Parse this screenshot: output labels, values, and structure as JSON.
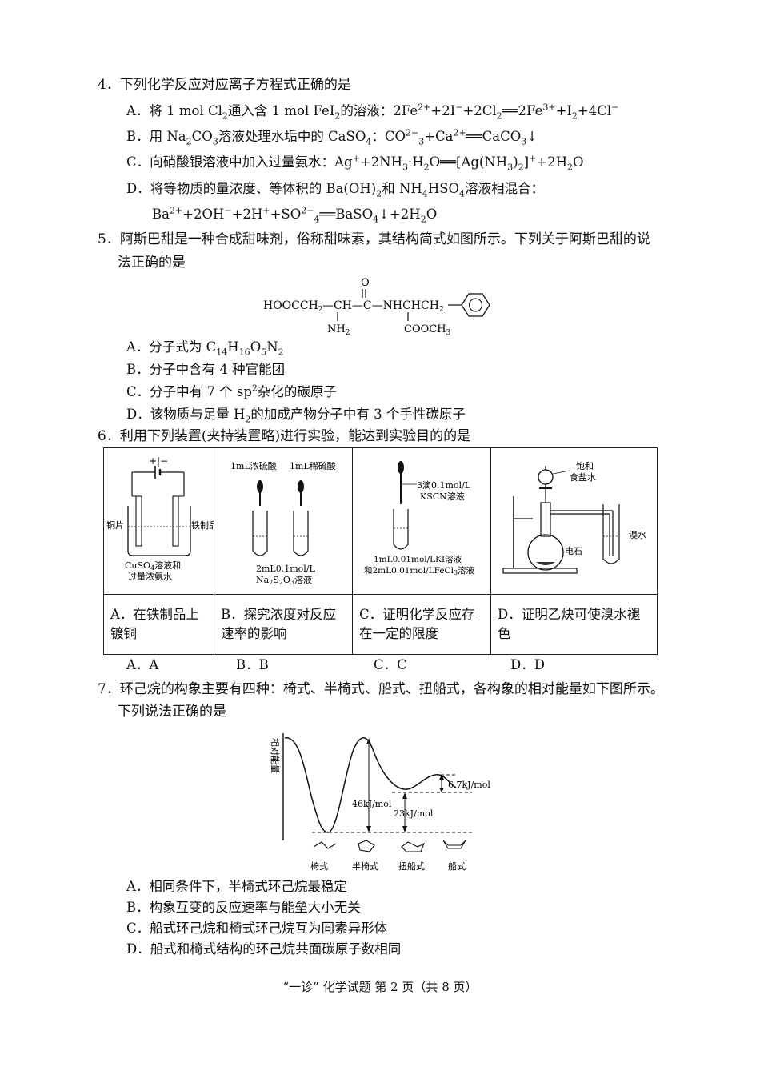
{
  "q4": {
    "stem": "4．下列化学反应对应离子方程式正确的是",
    "A": [
      "A．将 1 mol Cl",
      "2",
      "通入含 1 mol FeI",
      "2",
      "的溶液：2Fe",
      "2+",
      "+2I",
      "−",
      "+2Cl",
      "2",
      "══2Fe",
      "3+",
      "+I",
      "2",
      "+4Cl",
      "−"
    ],
    "B": [
      "B．用 Na",
      "2",
      "CO",
      "3",
      "溶液处理水垢中的 CaSO",
      "4",
      "：CO",
      "2−",
      "3",
      "+Ca",
      "2+",
      "══CaCO",
      "3",
      "↓"
    ],
    "C": [
      "C．向硝酸银溶液中加入过量氨水：Ag",
      "+",
      "+2NH",
      "3",
      "·H",
      "2",
      "O══[Ag(NH",
      "3",
      ")",
      "2",
      "]",
      "+",
      "+2H",
      "2",
      "O"
    ],
    "D": [
      "D．将等物质的量浓度、等体积的 Ba(OH)",
      "2",
      "和 NH",
      "4",
      "HSO",
      "4",
      "溶液相混合："
    ],
    "D2": [
      "Ba",
      "2+",
      "+2OH",
      "−",
      "+2H",
      "+",
      "+SO",
      "2−",
      "4",
      "══BaSO",
      "4",
      "↓+2H",
      "2",
      "O"
    ]
  },
  "q5": {
    "stem1": "5．阿斯巴甜是一种合成甜味剂，俗称甜味素，其结构简式如图所示。下列关于阿斯巴甜的说",
    "stem2": "法正确的是",
    "struct": {
      "o": "O",
      "main_left": "HOOCCH",
      "main_mid": "—CH—C—NHCHCH",
      "nh2": "NH",
      "cooch3": "COOCH"
    },
    "A": "A．分子式为 C",
    "A_formula": [
      "14",
      "H",
      "16",
      "O",
      "5",
      "N",
      "2"
    ],
    "B": "B．分子中含有 4 种官能团",
    "C1": "C．分子中有 7 个 sp",
    "C2": "杂化的碳原子",
    "D1": "D．该物质与足量 H",
    "D2": "的加成产物分子中有 3 个手性碳原子"
  },
  "q6": {
    "stem": "6．利用下列装置(夹持装置略)进行实验，能达到实验目的的是",
    "panelA": {
      "plusminus": "+|−",
      "left": "铜片",
      "right": "铁制品",
      "sol1": "CuSO",
      "sol2": "溶液和",
      "sol3": "过量浓氨水"
    },
    "panelB": {
      "l1": "1mL浓硫酸",
      "l2": "1mL稀硫酸",
      "b1": "2mL0.1mol/L",
      "b2": "Na",
      "b3": "S",
      "b4": "O",
      "b5": "溶液"
    },
    "panelC": {
      "t1": "3滴0.1mol/L",
      "t2": "KSCN溶液",
      "b1": "1mL0.01mol/LKI溶液",
      "b2": "和2mL0.01mol/LFeCl",
      "b3": "溶液"
    },
    "panelD": {
      "t1": "饱和",
      "t2": "食盐水",
      "s": "电石",
      "r": "溴水"
    },
    "captions": [
      "A．在铁制品上镀铜",
      "B．探究浓度对反应速率的影响",
      "C．证明化学反应存在一定的限度",
      "D．证明乙炔可使溴水褪色"
    ],
    "answers": [
      "A．A",
      "B．B",
      "C．C",
      "D．D"
    ]
  },
  "q7": {
    "stem1": "7．环己烷的构象主要有四种：椅式、半椅式、船式、扭船式，各构象的相对能量如下图所示。",
    "stem2": "下列说法正确的是",
    "chart": {
      "ylabel": "相对能量",
      "e1": "6.7kJ/mol",
      "e2": "46kJ/mol",
      "e3": "23kJ/mol",
      "conformers": [
        "椅式",
        "半椅式",
        "扭船式",
        "船式"
      ]
    },
    "A": "A．相同条件下，半椅式环己烷最稳定",
    "B": "B．构象互变的反应速率与能垒大小无关",
    "C": "C．船式环己烷和椅式环己烷互为同素异形体",
    "D": "D．船式和椅式结构的环己烷共面碳原子数相同"
  },
  "footer": "“一诊” 化学试题  第 2 页（共 8 页）"
}
